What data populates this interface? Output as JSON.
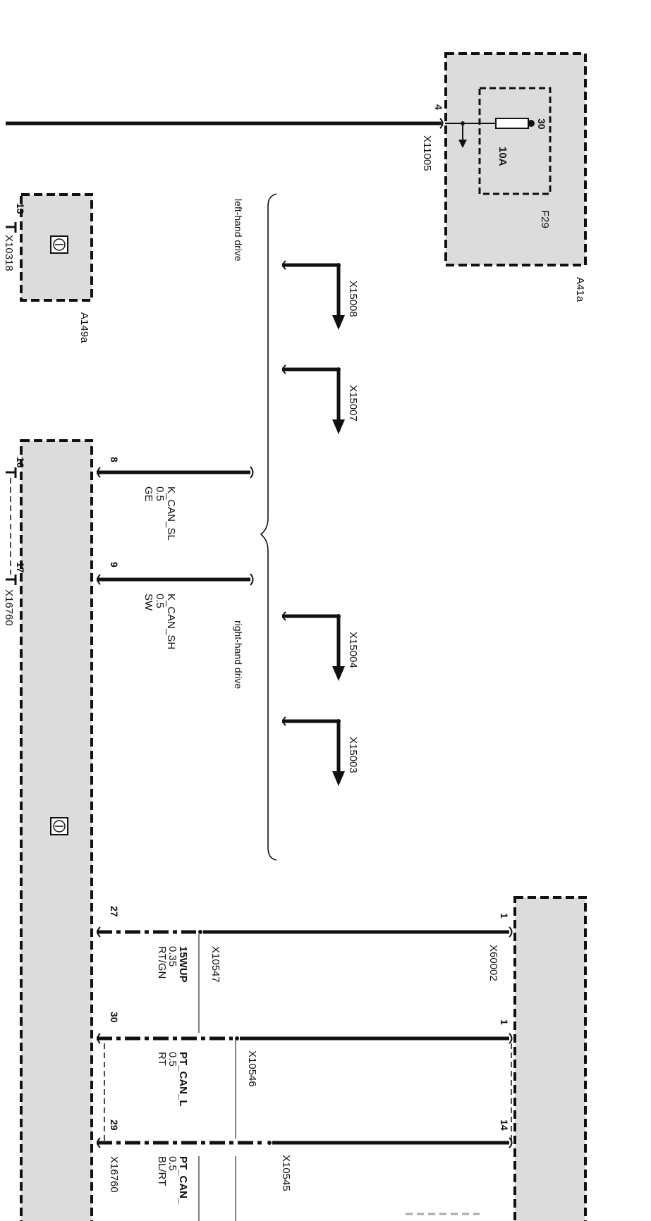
{
  "components": {
    "a41a": {
      "name": "A41a",
      "fuse": "F29",
      "fuse_rating": "10A",
      "fuse_terminal": "30"
    },
    "a149a": {
      "name": "A149a",
      "pin": "13",
      "connector": "X10318"
    }
  },
  "connectors": {
    "x11005": {
      "name": "X11005",
      "pin": "4"
    },
    "x60002": {
      "name": "X60002"
    },
    "x16760": {
      "name": "X16760"
    },
    "x16760_top": {
      "name": "X16760"
    }
  },
  "module_pins": {
    "p16": "16",
    "p17": "17",
    "p8": "8",
    "p9": "9",
    "p27": "27",
    "p30": "30",
    "p29": "29"
  },
  "right_pins": {
    "p1a": "1",
    "p1b": "1",
    "p14": "14"
  },
  "branches": {
    "left_hand_drive": "left-hand drive",
    "right_hand_drive": "right-hand drive",
    "connectors": [
      "X15008",
      "X15007",
      "X15004",
      "X15003"
    ]
  },
  "wires": {
    "k_can_sl": {
      "signal": "K_CAN_SL",
      "gauge": "0.5",
      "color": "GE"
    },
    "k_can_sh": {
      "signal": "K_CAN_SH",
      "gauge": "0.5",
      "color": "SW"
    },
    "w15wup": {
      "signal": "15WUP",
      "gauge": "0.35",
      "color": "RT/GN",
      "splice": "X10547"
    },
    "pt_can_l": {
      "signal": "PT_CAN_L",
      "gauge": "0.5",
      "color": "RT",
      "splice": "X10546"
    },
    "pt_can_h": {
      "signal": "PT_CAN_",
      "gauge": "0.5",
      "color": "BL/RT",
      "splice": "X10545"
    }
  }
}
